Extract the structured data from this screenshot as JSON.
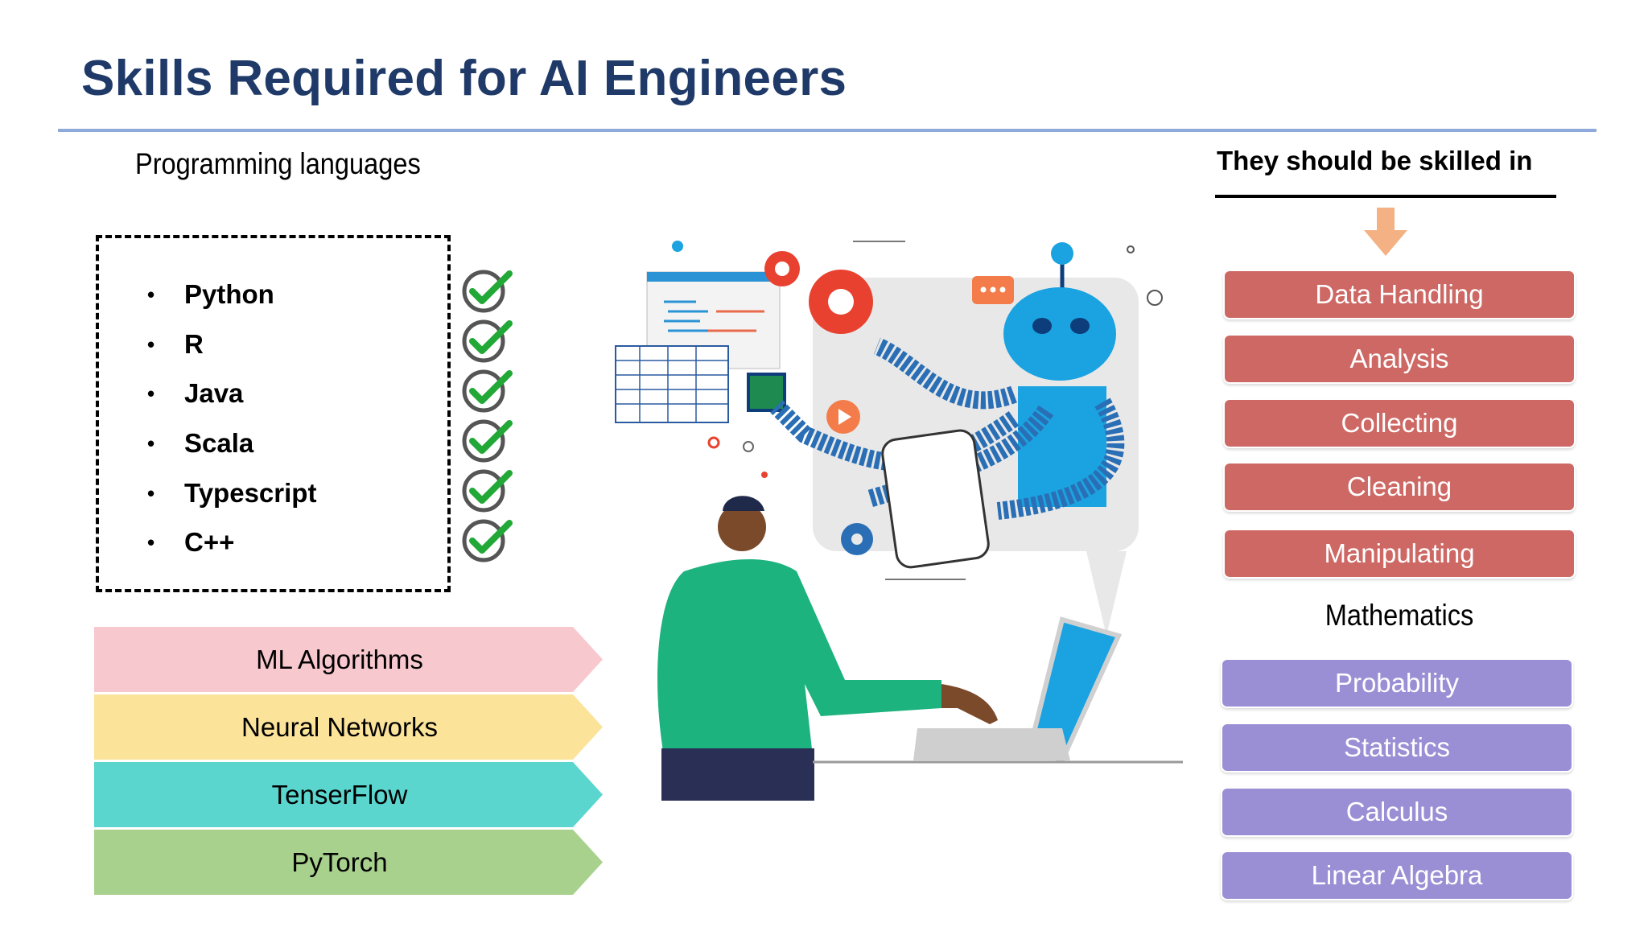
{
  "slide": {
    "title": "Skills Required for AI Engineers",
    "programming_heading": "Programming languages",
    "languages": [
      "Python",
      "R",
      "Java",
      "Scala",
      "Typescript",
      "C++"
    ],
    "bullet": "•",
    "ml_topics": [
      {
        "label": "ML Algorithms",
        "color": "#f8c8cf"
      },
      {
        "label": "Neural Networks",
        "color": "#fbe39a"
      },
      {
        "label": "TenserFlow",
        "color": "#5ad6cf"
      },
      {
        "label": "PyTorch",
        "color": "#a8d18d"
      }
    ],
    "right_heading": "They should be skilled in",
    "data_skills": [
      "Data Handling",
      "Analysis",
      "Collecting",
      "Cleaning",
      "Manipulating"
    ],
    "math_heading": "Mathematics",
    "math_skills": [
      "Probability",
      "Statistics",
      "Calculus",
      "Linear Algebra"
    ],
    "colors": {
      "title": "#1f3a68",
      "rule": "#8eaadb",
      "data_pill": "#cd6864",
      "math_pill": "#9a8fd4",
      "down_arrow": "#f4b183",
      "check": "#22a836"
    },
    "icons": [
      "check-circle-icon",
      "down-arrow-icon"
    ]
  }
}
